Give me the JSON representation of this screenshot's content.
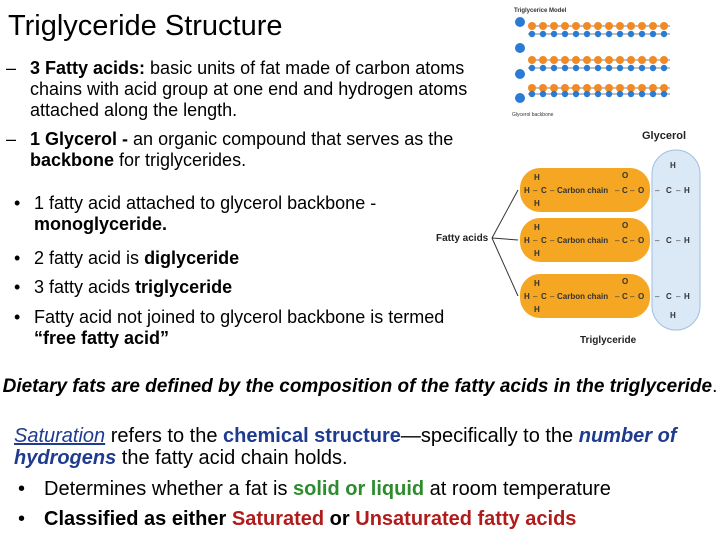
{
  "title": "Triglyceride Structure",
  "dash_items": [
    {
      "marker": "–",
      "bold": "3 Fatty acids:",
      "rest": " basic units of fat made of carbon atoms chains with acid group at one end and hydrogen atoms attached along the length."
    },
    {
      "marker": "–",
      "bold": "1 Glycerol -",
      "rest": " an organic compound that serves as the ",
      "bold2": "backbone",
      "rest2": " for triglycerides."
    }
  ],
  "bullets": [
    {
      "marker": "•",
      "text": "1 fatty acid attached to glycerol backbone -",
      "bold": "monoglyceride."
    },
    {
      "marker": "•",
      "text": "2 fatty acid is ",
      "bold": "diglyceride"
    },
    {
      "marker": "•",
      "text": "3 fatty acids ",
      "bold": "triglyceride"
    },
    {
      "marker": "•",
      "text": "Fatty acid not joined to glycerol backbone is termed ",
      "bold": "“free fatty acid”"
    }
  ],
  "dietary": {
    "line": "Dietary fats are defined by the composition of the fatty acids in the triglyceride",
    "period": "."
  },
  "saturation": {
    "term": "Saturation",
    "a": " refers to the ",
    "chem": "chemical structure",
    "b": "—specifically to the ",
    "num": "number of hydrogens",
    "c": " the fatty acid chain holds."
  },
  "bottom_bullets": [
    {
      "marker": "•",
      "a": "Determines whether a fat is ",
      "green": "solid or liquid",
      "b": " at room temperature"
    },
    {
      "marker": "•",
      "a": "Classified as either ",
      "red1": "Saturated",
      "b": " or ",
      "red2": "Unsaturated fatty acids"
    }
  ],
  "diagram": {
    "model_title": "Triglycerice Model",
    "glycerol_backbone_label": "Glycerol backbone",
    "glycerol_label": "Glycerol",
    "fatty_acids_label": "Fatty acids",
    "triglyceride_label": "Triglyceride",
    "chain_text": "Carbon chain",
    "h": "H",
    "c": "C",
    "o": "O",
    "dash": "–",
    "equals": "="
  },
  "colors": {
    "chain_fill": "#f5a623",
    "glycerol_fill": "#dbe9f7",
    "blue_ball": "#2a7bd4",
    "orange_ball": "#f08a24"
  }
}
